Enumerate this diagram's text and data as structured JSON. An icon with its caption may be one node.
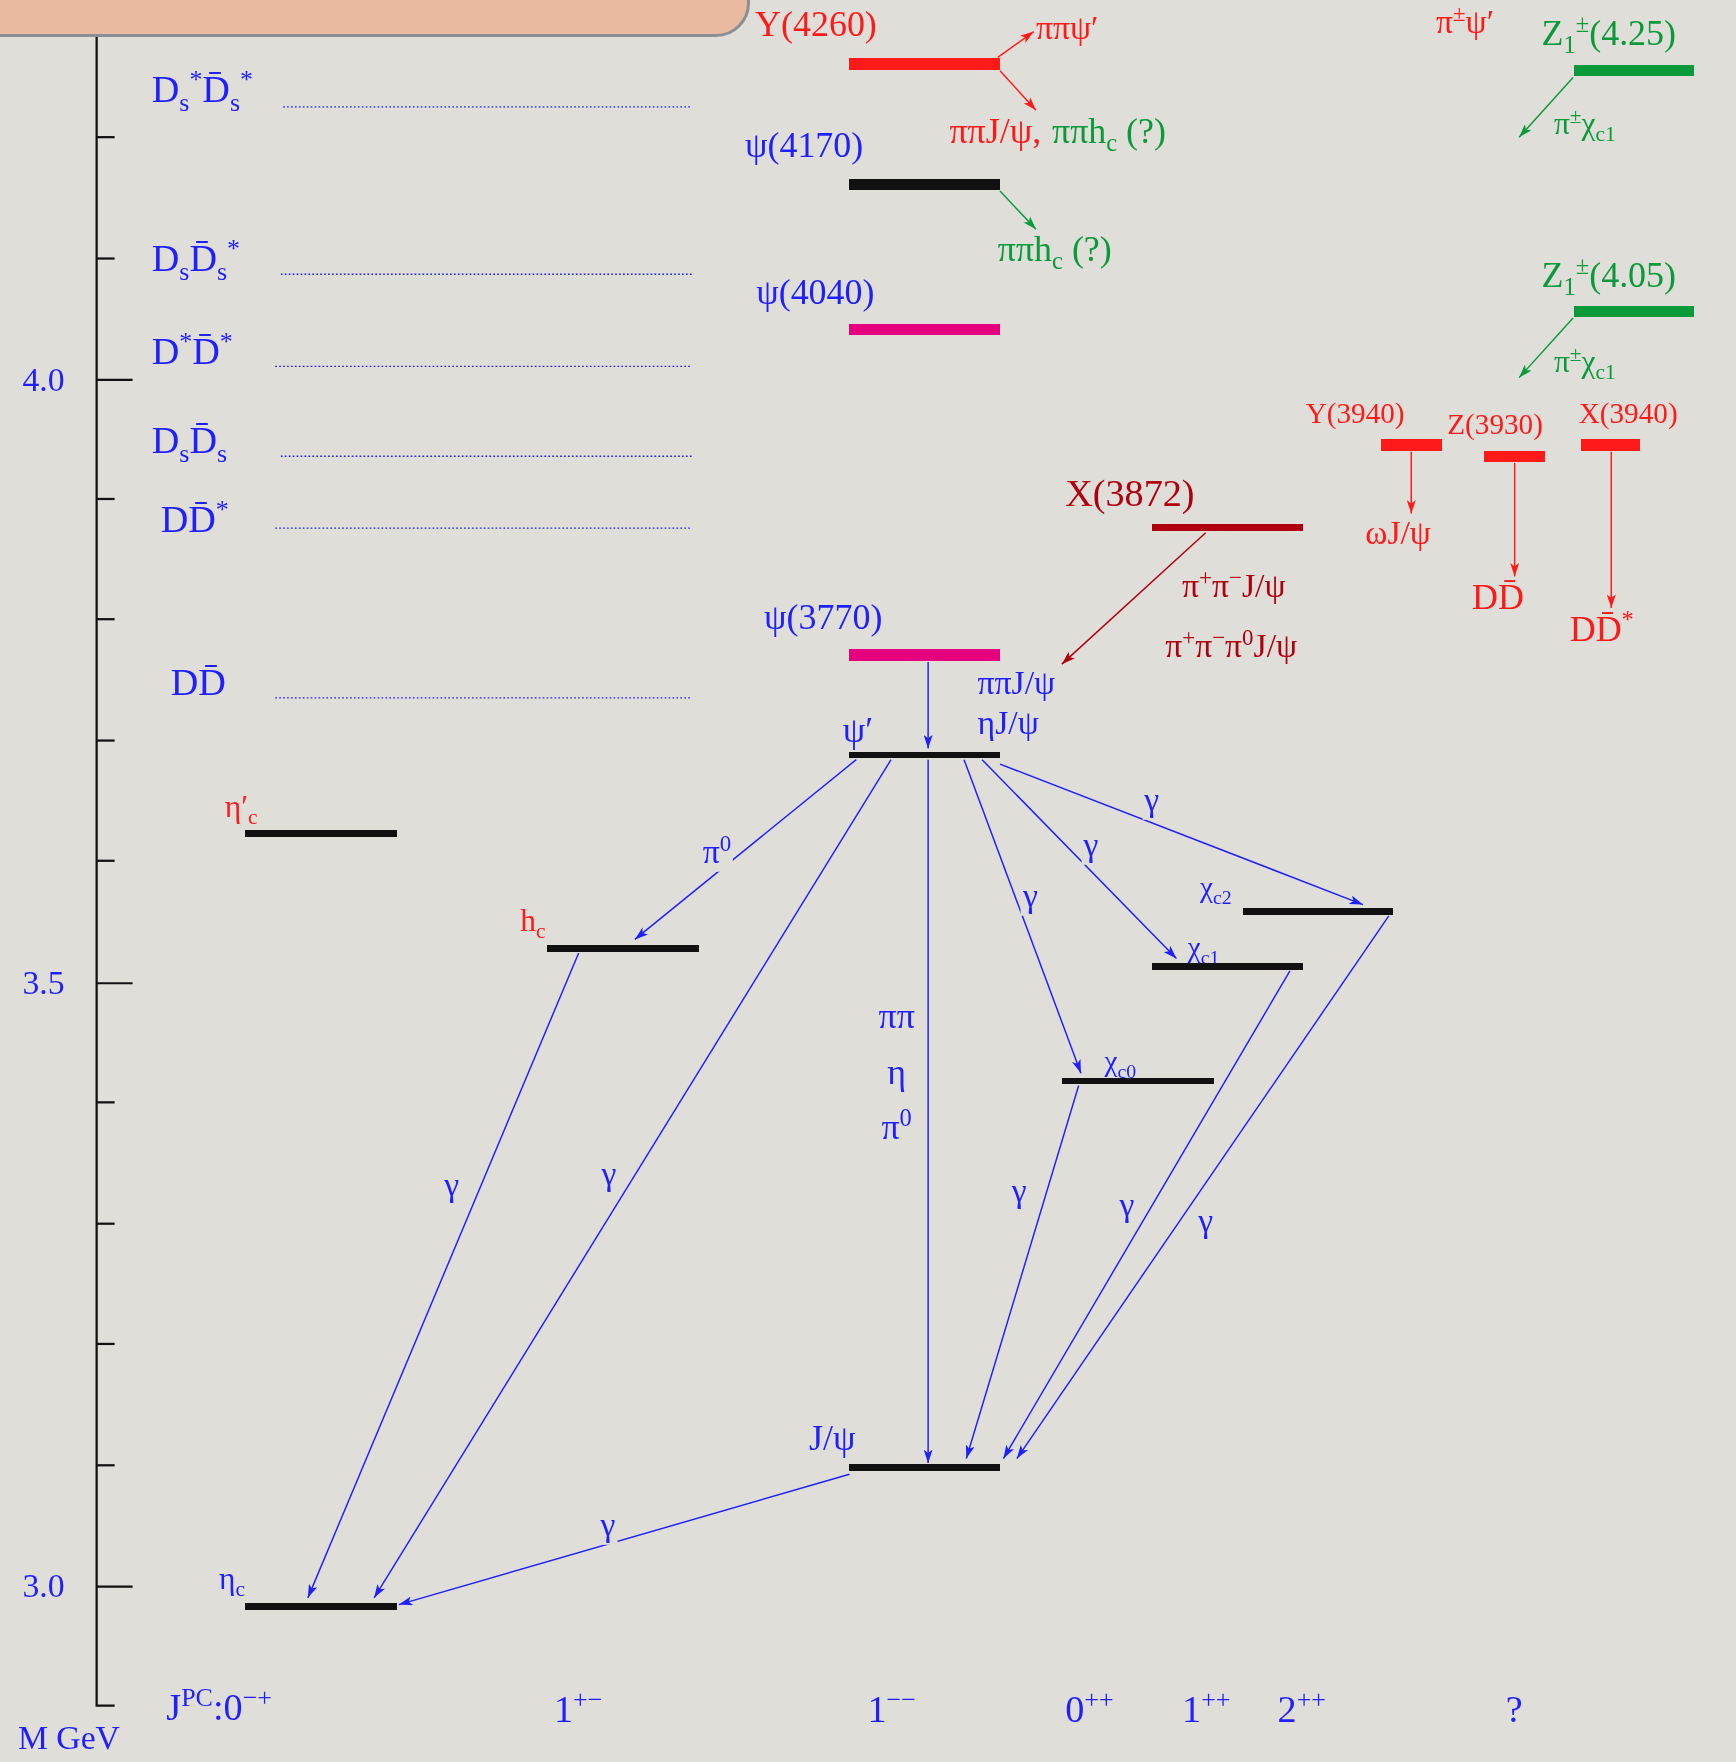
{
  "diagram": {
    "nodes": [
      {
        "text": [
          "Y(4260)"
        ]
      },
      {
        "text": [
          "ψ(4170)"
        ]
      },
      {
        "text": [
          "ψ(4040)"
        ]
      },
      {
        "text": [
          "ψ(3770)"
        ]
      },
      {
        "text": [
          "ψ′"
        ]
      },
      {
        "text": [
          "J/ψ"
        ]
      },
      {
        "text": [
          "η$_{c}$"
        ]
      },
      {
        "text": [
          "η′$_{c}$"
        ]
      },
      {
        "text": [
          "h$_{c}$"
        ]
      },
      {
        "text": [
          "χ$_{c0}$"
        ]
      },
      {
        "text": [
          "χ$_{c1}$"
        ]
      },
      {
        "text": [
          "χ$_{c2}$"
        ]
      },
      {
        "text": [
          "X(3872)"
        ]
      },
      {
        "text": [
          "Y(3940)"
        ]
      },
      {
        "text": [
          "Z(3930)"
        ]
      },
      {
        "text": [
          "X(3940)"
        ]
      },
      {
        "text": [
          "Z$_{1}$$^{±}$(4.25)"
        ]
      },
      {
        "text": [
          "Z$_{1}$$^{±}$(4.05)"
        ]
      },
      {
        "text": [
          "ππψ′"
        ]
      },
      {
        "text": [
          "ππJ/ψ,",
          "ππh$_{c}$ (?)"
        ]
      },
      {
        "text": [
          "ππh$_{c}$ (?)"
        ]
      },
      {
        "text": [
          "π$^{±}$χ$_{c1}$"
        ]
      },
      {
        "text": [
          "π$^{±}$χ$_{c1}$"
        ]
      },
      {
        "text": [
          "ωJ/ψ"
        ]
      },
      {
        "text": [
          "DD̄"
        ]
      },
      {
        "text": [
          "DD̄$^{*}$"
        ]
      },
      {
        "text": [
          "ππJ/ψ",
          "ηJ/ψ"
        ]
      },
      {
        "text": [],
        "shape": "box"
      }
    ],
    "edges": [
      {
        "from": 0,
        "to": 18,
        "arrow": "to",
        "color": "#ff1a1a"
      },
      {
        "from": 0,
        "to": 19,
        "arrow": "to",
        "color": "#ff1a1a"
      },
      {
        "from": 1,
        "to": 20,
        "arrow": "to",
        "color": "#0a9a3a"
      },
      {
        "from": 16,
        "to": 21,
        "arrow": "to",
        "color": "#0a9a3a"
      },
      {
        "from": 17,
        "to": 22,
        "arrow": "to",
        "color": "#0a9a3a"
      },
      {
        "from": 13,
        "to": 23,
        "arrow": "to",
        "color": "#ff1a1a"
      },
      {
        "from": 14,
        "to": 24,
        "arrow": "to",
        "color": "#ff1a1a"
      },
      {
        "from": 15,
        "to": 25,
        "arrow": "to",
        "color": "#ff1a1a"
      },
      {
        "from": 12,
        "to": 26,
        "arrow": "to",
        "color": "#b0000f"
      },
      {
        "from": 3,
        "to": 4,
        "arrow": "to"
      },
      {
        "from": 4,
        "to": 8,
        "arrow": "to",
        "label": "π$^{0}$"
      },
      {
        "from": 4,
        "to": 6,
        "arrow": "to",
        "label": "γ"
      },
      {
        "from": 4,
        "to": 5,
        "arrow": "to",
        "label": "ππ η π$^{0}$"
      },
      {
        "from": 4,
        "to": 9,
        "arrow": "to",
        "label": "γ"
      },
      {
        "from": 4,
        "to": 10,
        "arrow": "to",
        "label": "γ"
      },
      {
        "from": 4,
        "to": 11,
        "arrow": "to",
        "label": "γ"
      },
      {
        "from": 8,
        "to": 6,
        "arrow": "to",
        "label": "γ"
      },
      {
        "from": 5,
        "to": 6,
        "arrow": "to",
        "label": "γ"
      },
      {
        "from": 9,
        "to": 5,
        "arrow": "to",
        "label": "γ"
      },
      {
        "from": 10,
        "to": 5,
        "arrow": "to",
        "label": "γ"
      },
      {
        "from": 11,
        "to": 5,
        "arrow": "to",
        "label": "γ"
      }
    ],
    "labels": [
      "π$^{±}$ψ′",
      "D$_{s}$$^{*}$D̄$_{s}$$^{*}$",
      "D$_{s}$D̄$_{s}$$^{*}$",
      "D$^{*}$D̄$^{*}$",
      "4.0",
      "D$_{s}$D̄$_{s}$",
      "DD̄$^{*}$",
      "π$^{+}$π$^{−}$J/ψ",
      "π$^{+}$π$^{−}$π$^{0}$J/ψ",
      "DD̄",
      "3.5",
      "3.0",
      "J$^{PC}$:0$^{−+}$",
      "1$^{+−}$",
      "1$^{−−}$",
      "0$^{++}$",
      "1$^{++}$",
      "2$^{++}$",
      "?",
      "M GeV"
    ]
  }
}
